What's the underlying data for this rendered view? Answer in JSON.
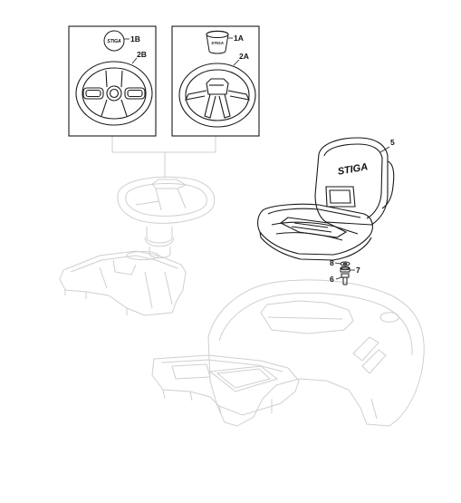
{
  "diagram": {
    "callouts": {
      "part_1b": "1B",
      "part_2b": "2B",
      "part_1a": "1A",
      "part_2a": "2A",
      "part_5": "5",
      "part_6": "6",
      "part_7": "7",
      "part_8": "8"
    },
    "brand_logo": "STIGA"
  },
  "colors": {
    "line_dark": "#1a1a1a",
    "line_faint": "#cfcfcf",
    "background": "#ffffff"
  }
}
